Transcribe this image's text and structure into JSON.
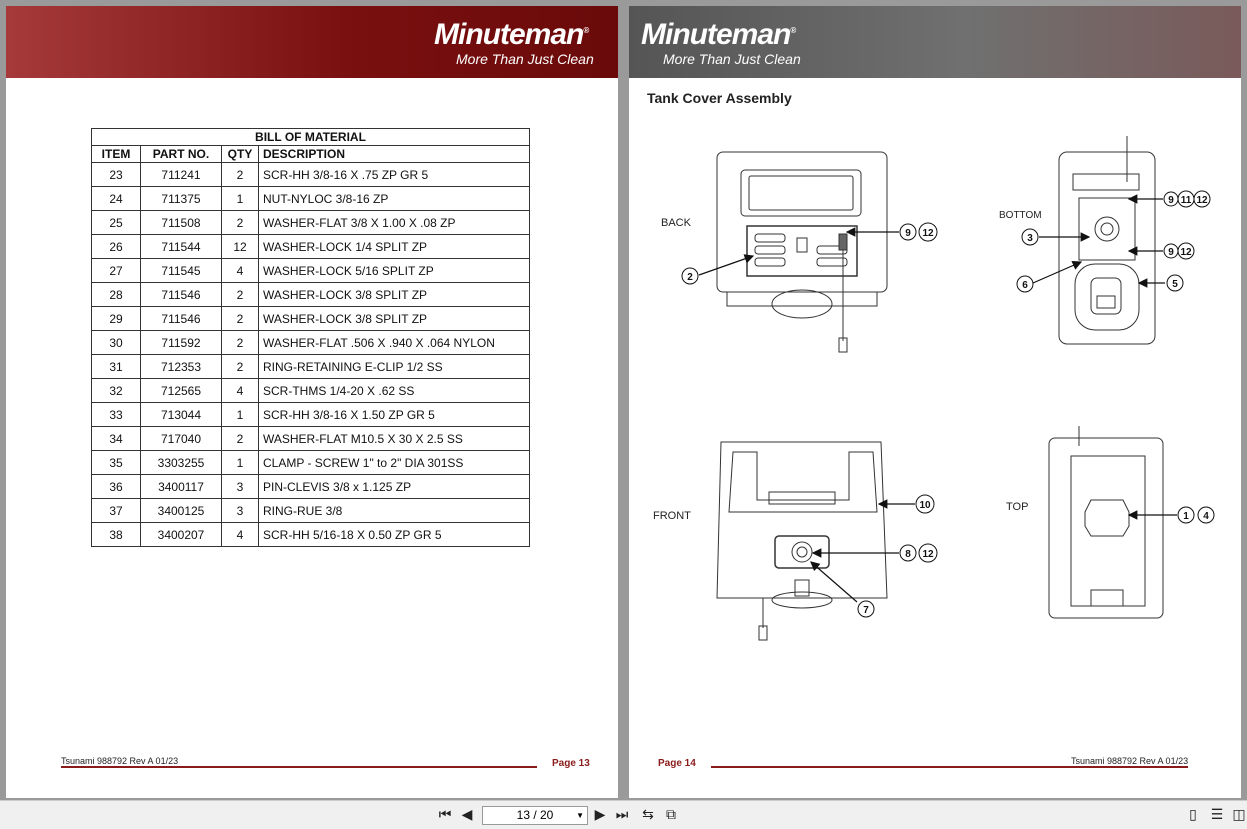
{
  "brand": {
    "name": "Minuteman",
    "mark": "®",
    "tagline": "More Than Just Clean"
  },
  "left_page": {
    "bom": {
      "title": "BILL OF MATERIAL",
      "headers": [
        "ITEM",
        "PART NO.",
        "QTY",
        "DESCRIPTION"
      ],
      "rows": [
        [
          "23",
          "711241",
          "2",
          "SCR-HH 3/8-16 X .75 ZP GR 5"
        ],
        [
          "24",
          "711375",
          "1",
          "NUT-NYLOC 3/8-16 ZP"
        ],
        [
          "25",
          "711508",
          "2",
          "WASHER-FLAT 3/8 X 1.00 X .08 ZP"
        ],
        [
          "26",
          "711544",
          "12",
          "WASHER-LOCK 1/4 SPLIT ZP"
        ],
        [
          "27",
          "711545",
          "4",
          "WASHER-LOCK 5/16 SPLIT ZP"
        ],
        [
          "28",
          "711546",
          "2",
          "WASHER-LOCK 3/8 SPLIT ZP"
        ],
        [
          "29",
          "711546",
          "2",
          "WASHER-LOCK 3/8 SPLIT ZP"
        ],
        [
          "30",
          "711592",
          "2",
          "WASHER-FLAT .506 X .940 X .064 NYLON"
        ],
        [
          "31",
          "712353",
          "2",
          "RING-RETAINING E-CLIP 1/2 SS"
        ],
        [
          "32",
          "712565",
          "4",
          "SCR-THMS 1/4-20 X .62 SS"
        ],
        [
          "33",
          "713044",
          "1",
          "SCR-HH 3/8-16 X 1.50 ZP GR 5"
        ],
        [
          "34",
          "717040",
          "2",
          "WASHER-FLAT M10.5 X 30 X 2.5 SS"
        ],
        [
          "35",
          "3303255",
          "1",
          "CLAMP - SCREW  1\" to 2\" DIA  301SS"
        ],
        [
          "36",
          "3400117",
          "3",
          "PIN-CLEVIS 3/8 x 1.125 ZP"
        ],
        [
          "37",
          "3400125",
          "3",
          "RING-RUE 3/8"
        ],
        [
          "38",
          "3400207",
          "4",
          "SCR-HH 5/16-18 X 0.50 ZP GR 5"
        ]
      ]
    },
    "footer_doc": "Tsunami 988792 Rev A 01/23",
    "page_label": "Page  13"
  },
  "right_page": {
    "title": "Tank Cover Assembly",
    "views": {
      "back": "BACK",
      "bottom": "BOTTOM",
      "front": "FRONT",
      "top": "TOP"
    },
    "callouts": {
      "back_2": "2",
      "back_9": "9",
      "back_12": "12",
      "bottom_9a": "9",
      "bottom_11": "11",
      "bottom_12a": "12",
      "bottom_3": "3",
      "bottom_9b": "9",
      "bottom_12b": "12",
      "bottom_6": "6",
      "bottom_5": "5",
      "front_10": "10",
      "front_8": "8",
      "front_12": "12",
      "front_7": "7",
      "top_1": "1",
      "top_4": "4"
    },
    "footer_doc": "Tsunami 988792 Rev A 01/23",
    "page_label": "Page  14"
  },
  "viewer": {
    "page_indicator": "13 / 20",
    "icons": [
      "first-page-icon",
      "prev-page-icon",
      "next-page-icon",
      "last-page-icon",
      "rotate-icon",
      "copy-icon",
      "single-page-icon",
      "continuous-icon",
      "two-page-icon"
    ]
  },
  "colors": {
    "brand_red": "#7a1010",
    "rule_red": "#8a1b1b",
    "banner_gray": "#6a6a6a"
  }
}
